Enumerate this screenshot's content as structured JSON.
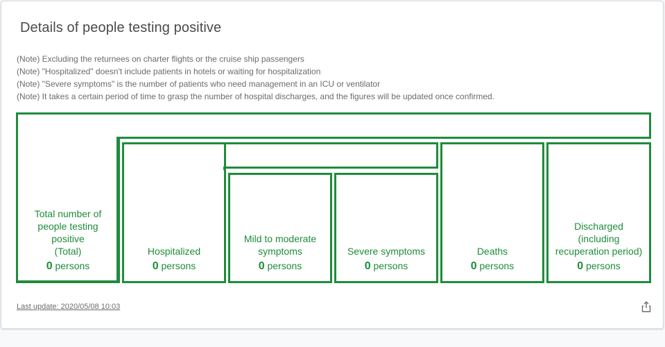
{
  "card": {
    "title": "Details of people testing positive",
    "notes": [
      "(Note) Excluding the returnees on charter flights or the cruise ship passengers",
      "(Note) \"Hospitalized\" doesn't include patients in hotels or waiting for hospitalization",
      "(Note) \"Severe symptoms\" is the number of patients who need management in an ICU or ventilator",
      "(Note) It takes a certain period of time to grasp the number of hospital discharges, and the figures will be updated once confirmed."
    ],
    "last_update": "Last update: 2020/05/08 10:03",
    "share_icon": "share-icon"
  },
  "diagram": {
    "accent_color": "#1e8c3b",
    "cells": [
      {
        "label": "Total number of\npeople testing\npositive\n(Total)",
        "value": "0",
        "unit": "persons"
      },
      {
        "label": "Hospitalized",
        "value": "0",
        "unit": "persons"
      },
      {
        "label": "Mild to moderate\nsymptoms",
        "value": "0",
        "unit": "persons"
      },
      {
        "label": "Severe symptoms",
        "value": "0",
        "unit": "persons"
      },
      {
        "label": "Deaths",
        "value": "0",
        "unit": "persons"
      },
      {
        "label": "Discharged\n(including\nrecuperation period)",
        "value": "0",
        "unit": "persons"
      }
    ]
  }
}
